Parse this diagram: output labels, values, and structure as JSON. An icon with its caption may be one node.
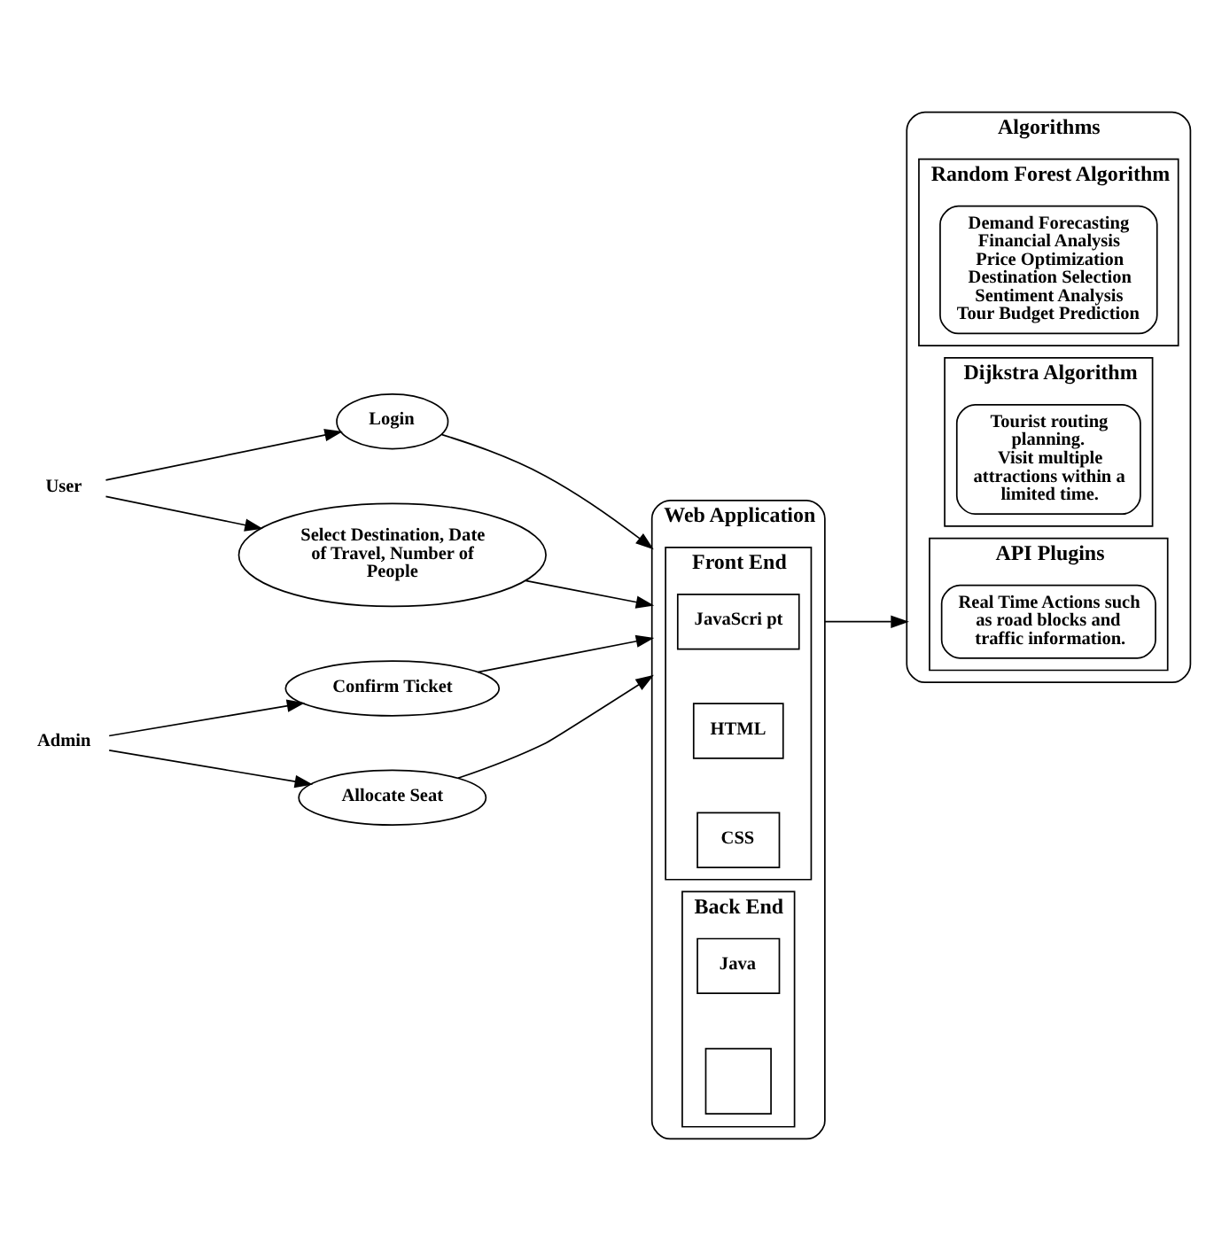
{
  "diagram": {
    "nodes": [
      {
        "text": [
          "User"
        ]
      },
      {
        "text": [
          "Login"
        ]
      },
      {
        "text": [
          "Select Destination, Date of Travel, Number of People"
        ]
      },
      {
        "text": [
          "Admin"
        ]
      },
      {
        "text": [
          "Confirm Ticket"
        ]
      },
      {
        "text": [
          "Allocate Seat"
        ]
      },
      {
        "text": [
          "Web Application"
        ]
      },
      {
        "text": [
          "Front End"
        ],
        "in": 6
      },
      {
        "text": [
          "JavaScri pt"
        ],
        "in": 7
      },
      {
        "text": [
          "HTML"
        ],
        "in": 7
      },
      {
        "text": [
          "CSS"
        ],
        "in": 7
      },
      {
        "text": [
          "Back End"
        ],
        "in": 6
      },
      {
        "text": [
          "Java"
        ],
        "in": 11
      },
      {
        "text": [],
        "shape": "box",
        "in": 11
      },
      {
        "text": [
          "Algorithms"
        ]
      },
      {
        "text": [
          "API Plugins"
        ],
        "in": 14
      },
      {
        "text": [
          "Real Time Actions such as road blocks and traffic information."
        ],
        "in": 15
      },
      {
        "text": [
          "Dijkstra Algorithm"
        ],
        "in": 14
      },
      {
        "text": [
          "Tourist routing planning.",
          "Visit multiple attractions within a limited time."
        ],
        "in": 17
      },
      {
        "text": [
          "Random Forest Algorithm"
        ],
        "in": 14
      },
      {
        "text": [
          "Demand Forecasting",
          "Financial Analysis",
          "Price Optimization",
          "Destination Selection",
          "Sentiment Analysis",
          "Tour Budget Prediction"
        ],
        "in": 19
      }
    ],
    "edges": [
      {
        "from": 0,
        "to": 1,
        "arrow": "to"
      },
      {
        "from": 0,
        "to": 2,
        "arrow": "to"
      },
      {
        "from": 3,
        "to": 4,
        "arrow": "to"
      },
      {
        "from": 3,
        "to": 5,
        "arrow": "to"
      },
      {
        "from": 1,
        "to": 6,
        "arrow": "to"
      },
      {
        "from": 2,
        "to": 6,
        "arrow": "to"
      },
      {
        "from": 4,
        "to": 6,
        "arrow": "to"
      },
      {
        "from": 5,
        "to": 6,
        "arrow": "to"
      },
      {
        "from": 6,
        "to": 14,
        "arrow": "to"
      }
    ]
  }
}
